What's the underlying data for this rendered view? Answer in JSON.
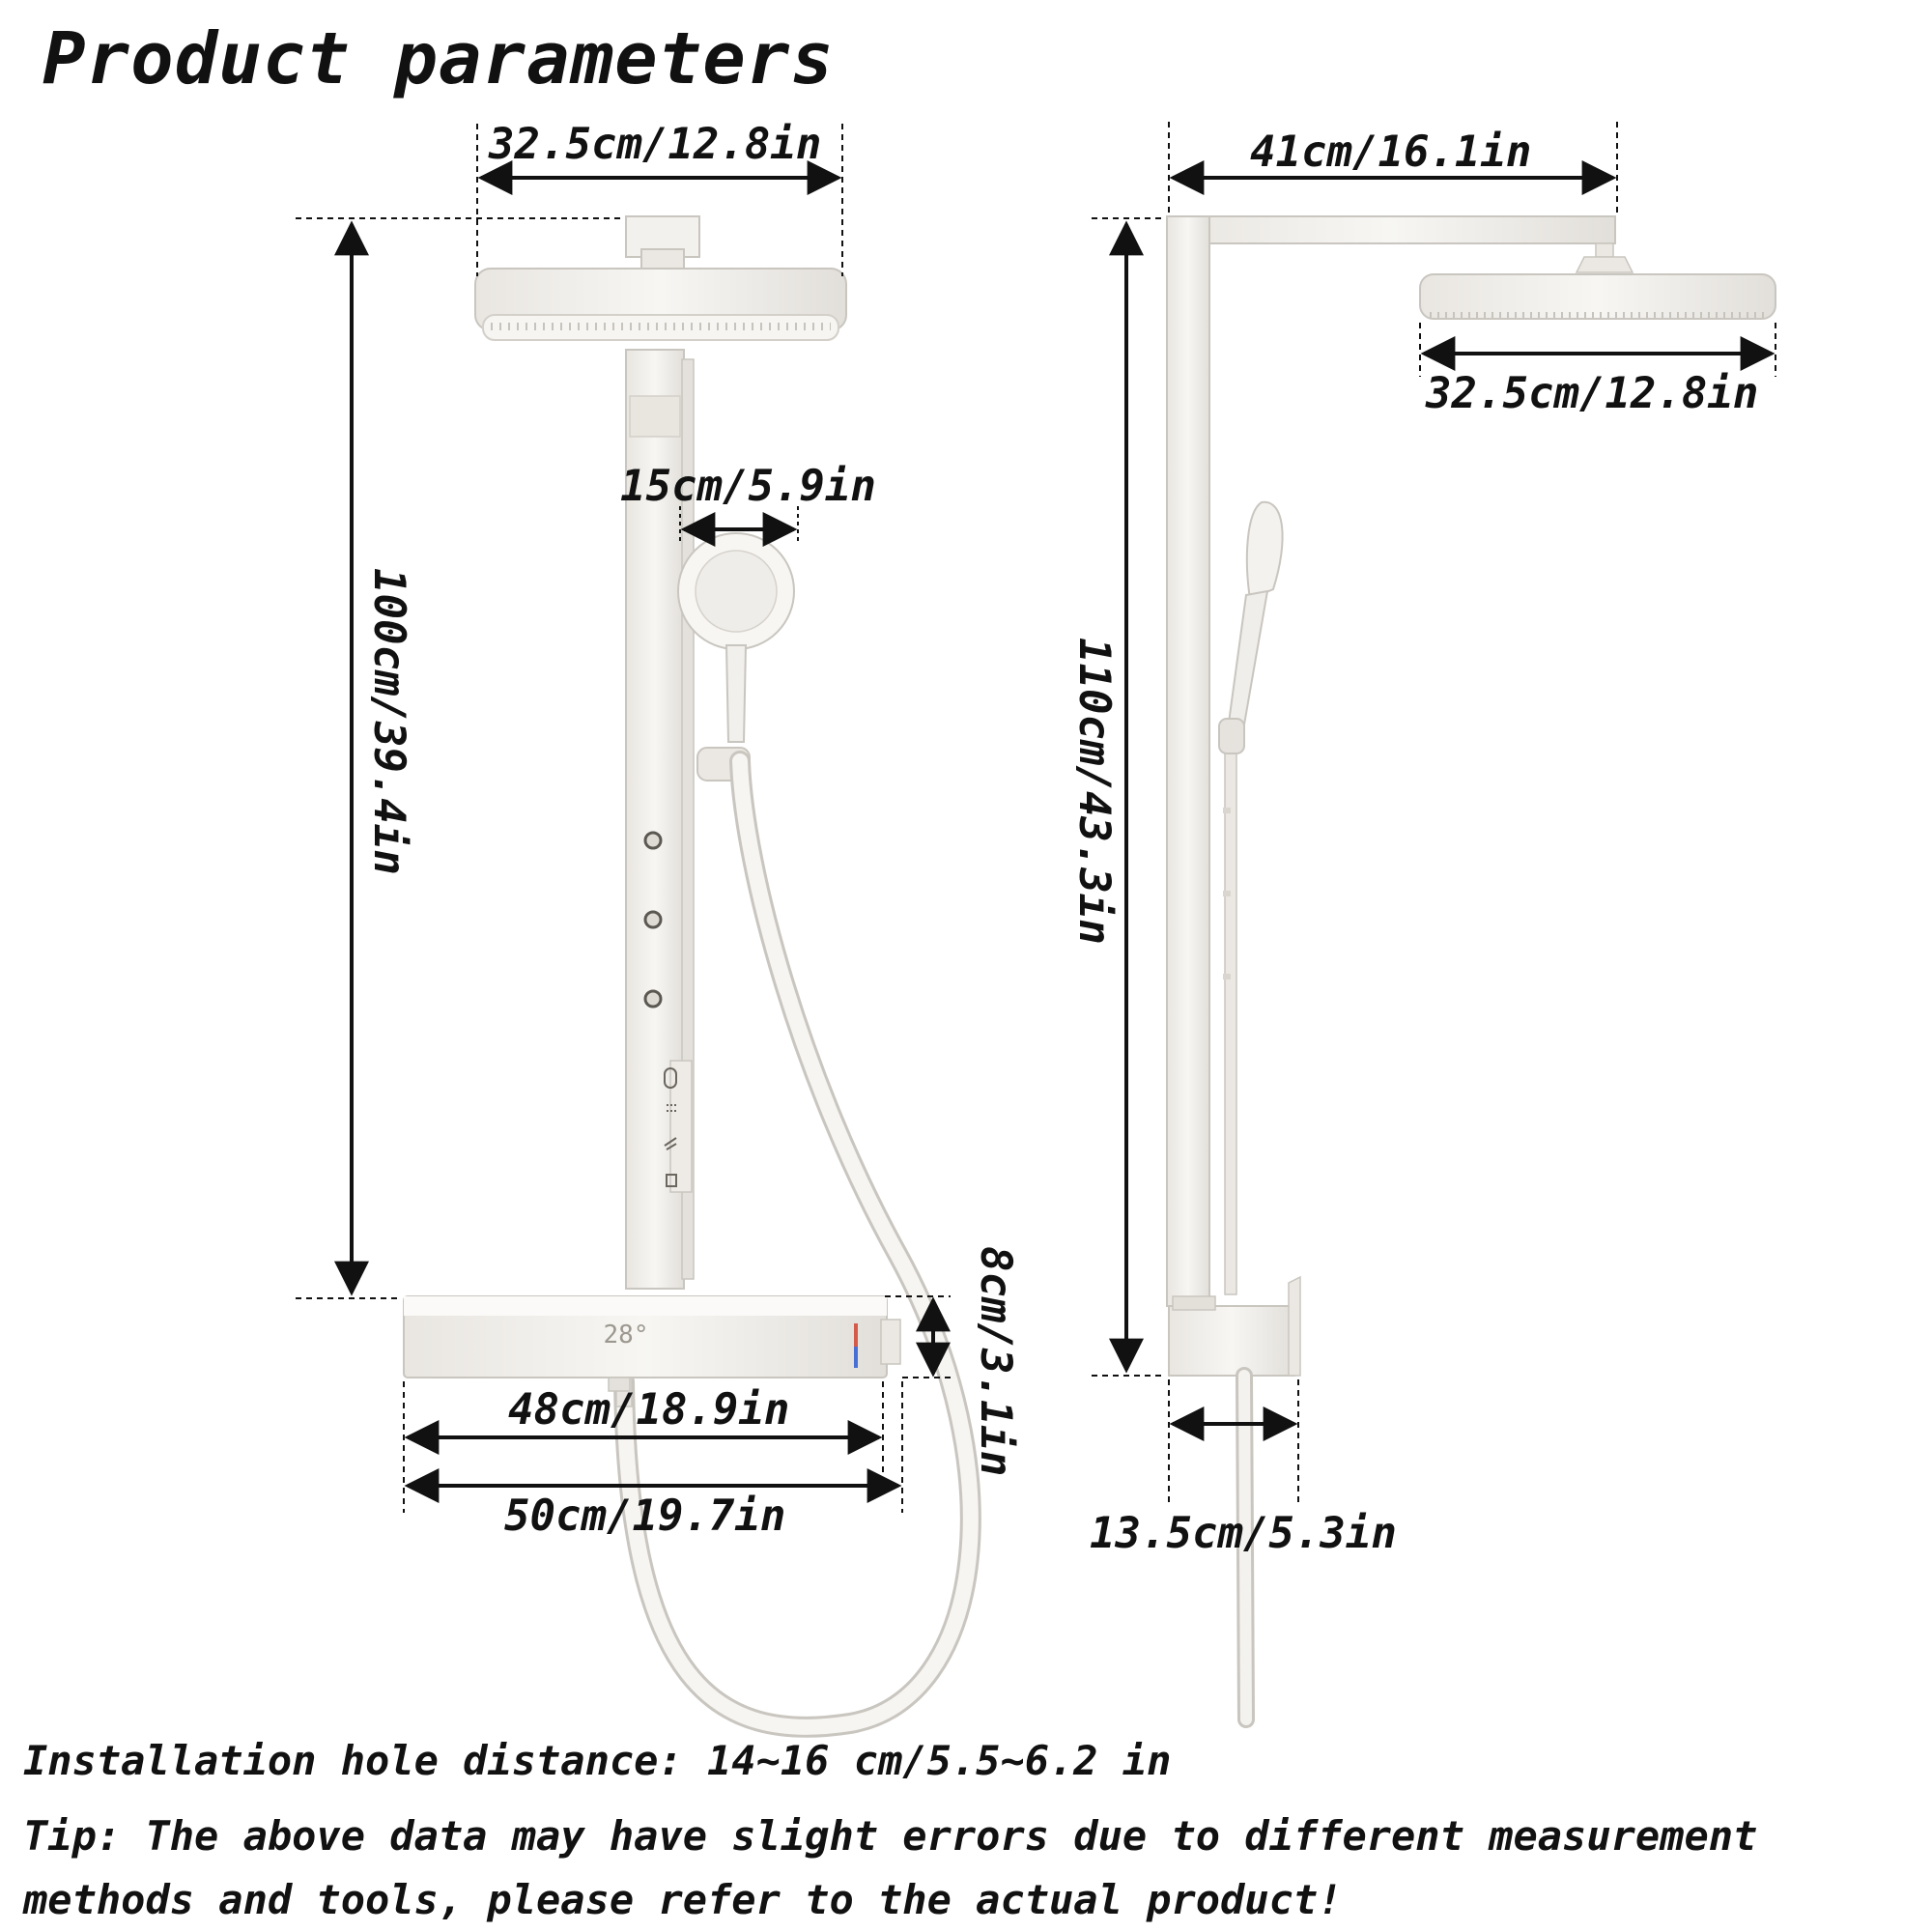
{
  "title": "Product parameters",
  "front": {
    "head_width": "32.5cm/12.8in",
    "handheld_width": "15cm/5.9in",
    "column_height": "100cm/39.4in",
    "shelf_height": "8cm/3.1in",
    "shelf_inner": "48cm/18.9in",
    "shelf_outer": "50cm/19.7in",
    "display_temp": "28°"
  },
  "side": {
    "arm_reach": "41cm/16.1in",
    "head_width": "32.5cm/12.8in",
    "total_height": "110cm/43.3in",
    "base_depth": "13.5cm/5.3in"
  },
  "notes": {
    "hole_distance": "Installation hole distance: 14~16 cm/5.5~6.2 in",
    "tip_line1": "Tip: The above data may have slight errors due to different measurement",
    "tip_line2": "methods and tools, please refer to the actual product!"
  },
  "colors": {
    "product": "#f1efeb",
    "outline": "#c9c5bf",
    "line": "#111111"
  }
}
